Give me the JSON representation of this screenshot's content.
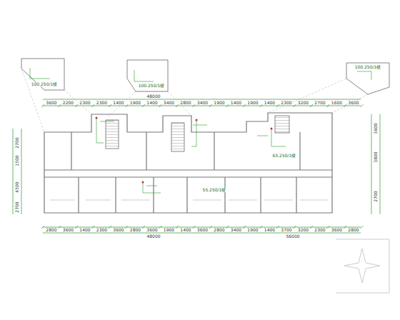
{
  "diagram": {
    "labels": [
      "3600",
      "2200",
      "2300",
      "2300",
      "1400",
      "1900",
      "1400",
      "3400",
      "2800",
      "3400",
      "1900",
      "1400",
      "1900",
      "1400",
      "2300",
      "3200",
      "2700",
      "1600",
      "3600",
      "48000",
      "2800",
      "3600",
      "1400",
      "2300",
      "3600",
      "2800",
      "3600",
      "1900",
      "1400",
      "3600",
      "2800",
      "3400",
      "1900",
      "1400",
      "3700",
      "3200",
      "2300",
      "3600",
      "2800",
      "48000",
      "56000",
      "2700",
      "1500",
      "4500",
      "2700",
      "3600",
      "3800",
      "2700",
      "100.250/1楼",
      "100.250/1楼",
      "100.250/1楼",
      "65.250/1楼",
      "55.250/1楼"
    ]
  }
}
